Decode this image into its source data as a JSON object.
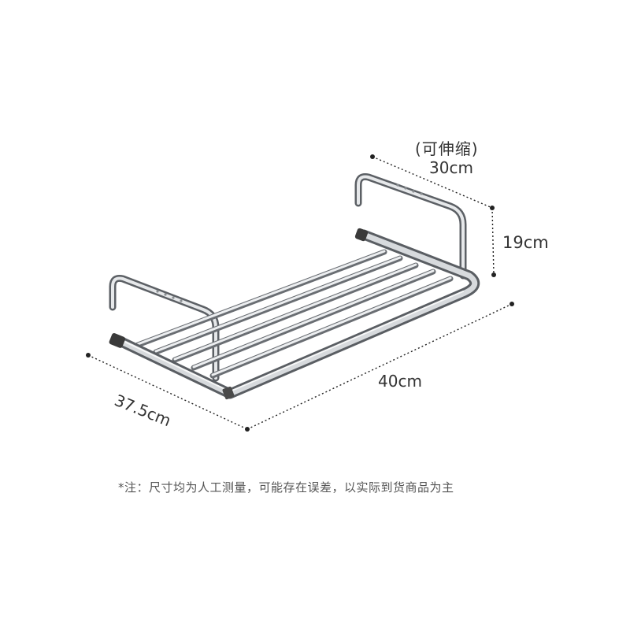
{
  "dimensions": {
    "extendable_note": "(可伸缩)",
    "depth_top": "30cm",
    "height": "19cm",
    "width": "40cm",
    "depth": "37.5cm"
  },
  "footnote": "*注：尺寸均为人工测量，可能存在误差，以实际到货商品为主",
  "colors": {
    "background": "#ffffff",
    "dimension_line": "#222222",
    "text": "#333333",
    "steel": "#c9cdd2",
    "end_cap": "#3a3a3a"
  },
  "icons": [
    "drying-rack-illustration"
  ]
}
